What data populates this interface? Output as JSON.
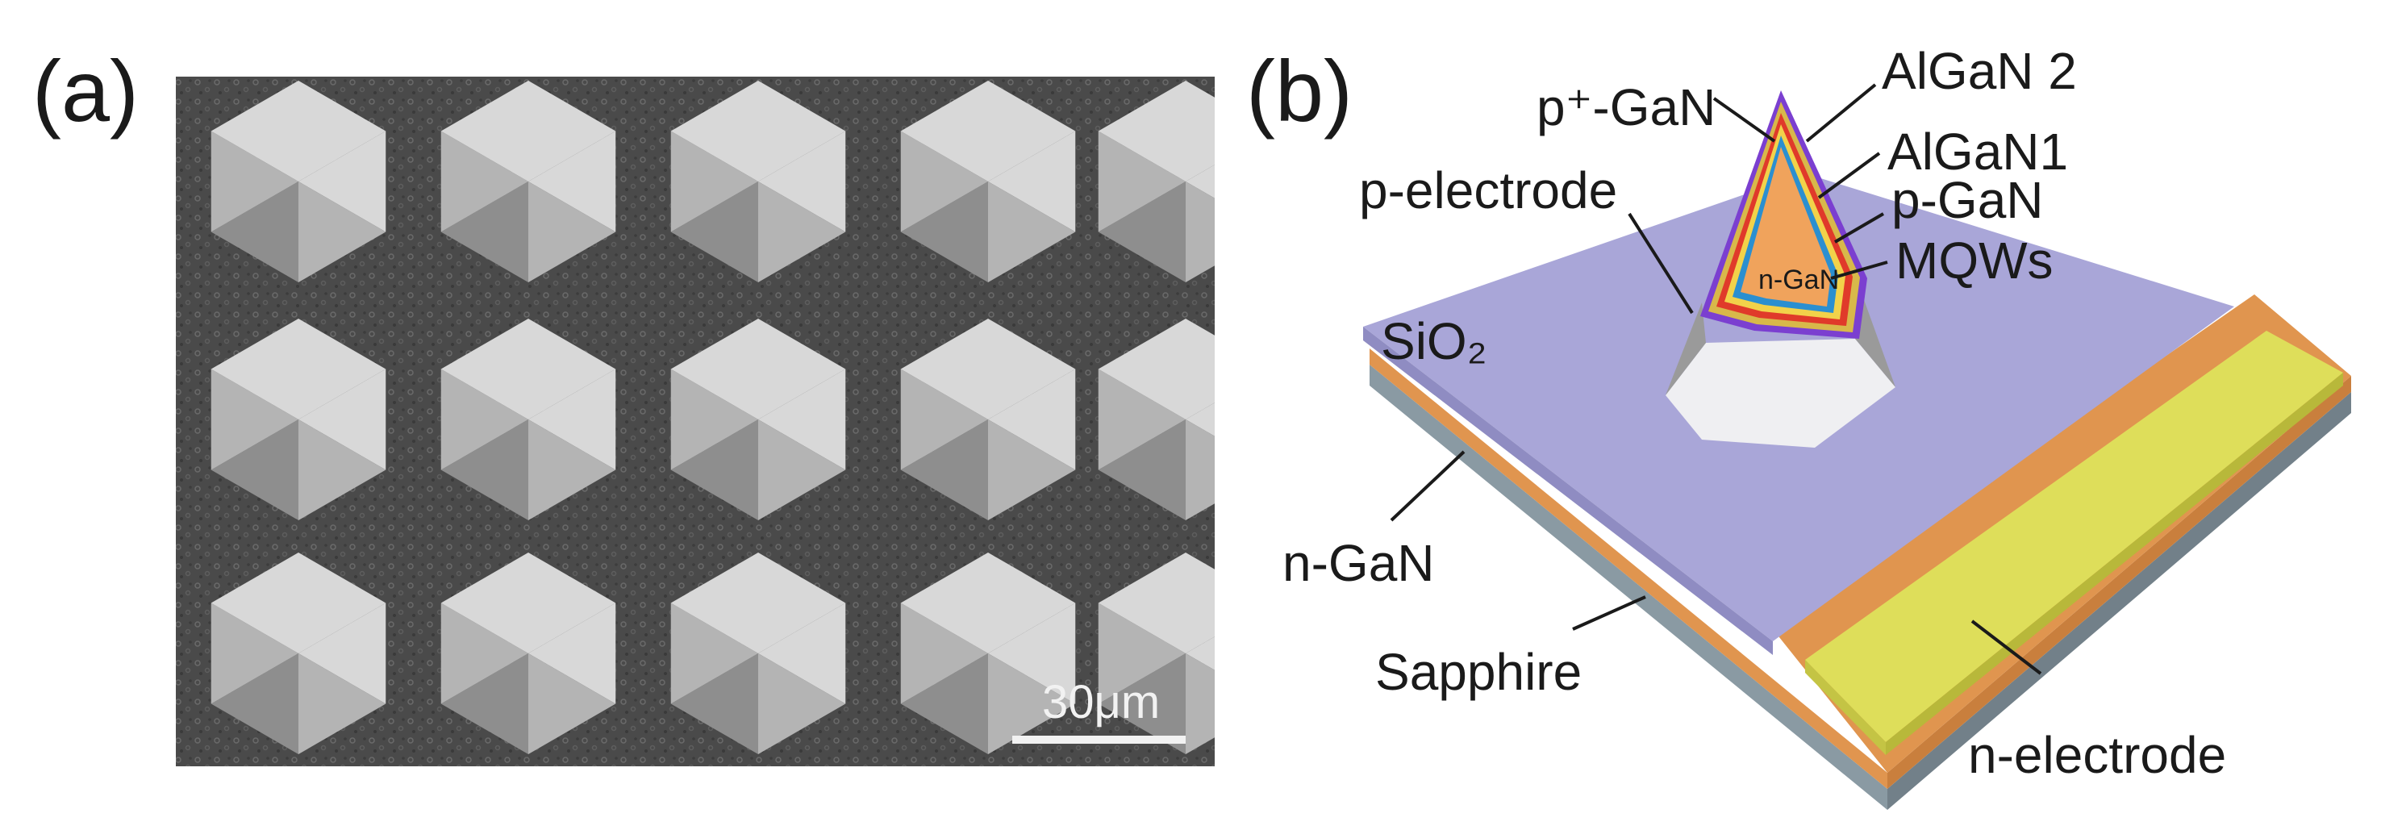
{
  "panels": {
    "a": {
      "label": "(a)",
      "scale_bar": "30μm"
    },
    "b": {
      "label": "(b)"
    }
  },
  "layers": {
    "p_plus_gan": "p⁺-GaN",
    "algan2": "AlGaN 2",
    "algan1": "AlGaN1",
    "p_electrode": "p-electrode",
    "p_gan": "p-GaN",
    "mqws": "MQWs",
    "n_gan_core": "n-GaN",
    "sio2": "SiO₂",
    "n_gan": "n-GaN",
    "sapphire": "Sapphire",
    "n_electrode": "n-electrode"
  },
  "colors": {
    "sem_background": "#4a4a4a",
    "pyramid_light": "#d8d8d8",
    "pyramid_mid": "#b4b4b4",
    "pyramid_dark": "#8e8e8e",
    "sio2": "#a9a6d8",
    "n_gan_layer": "#e0954f",
    "sapphire": "#8a9aa3",
    "n_electrode": "#dede5a",
    "core_n_gan": "#f0a35c",
    "mqws": "#2b8fd0",
    "p_gan": "#f2d24a",
    "algan1": "#e03a2a",
    "algan2": "#d8b84a",
    "p_plus_gan": "#7b3fd0",
    "p_electrode": "#9a9a9a"
  }
}
